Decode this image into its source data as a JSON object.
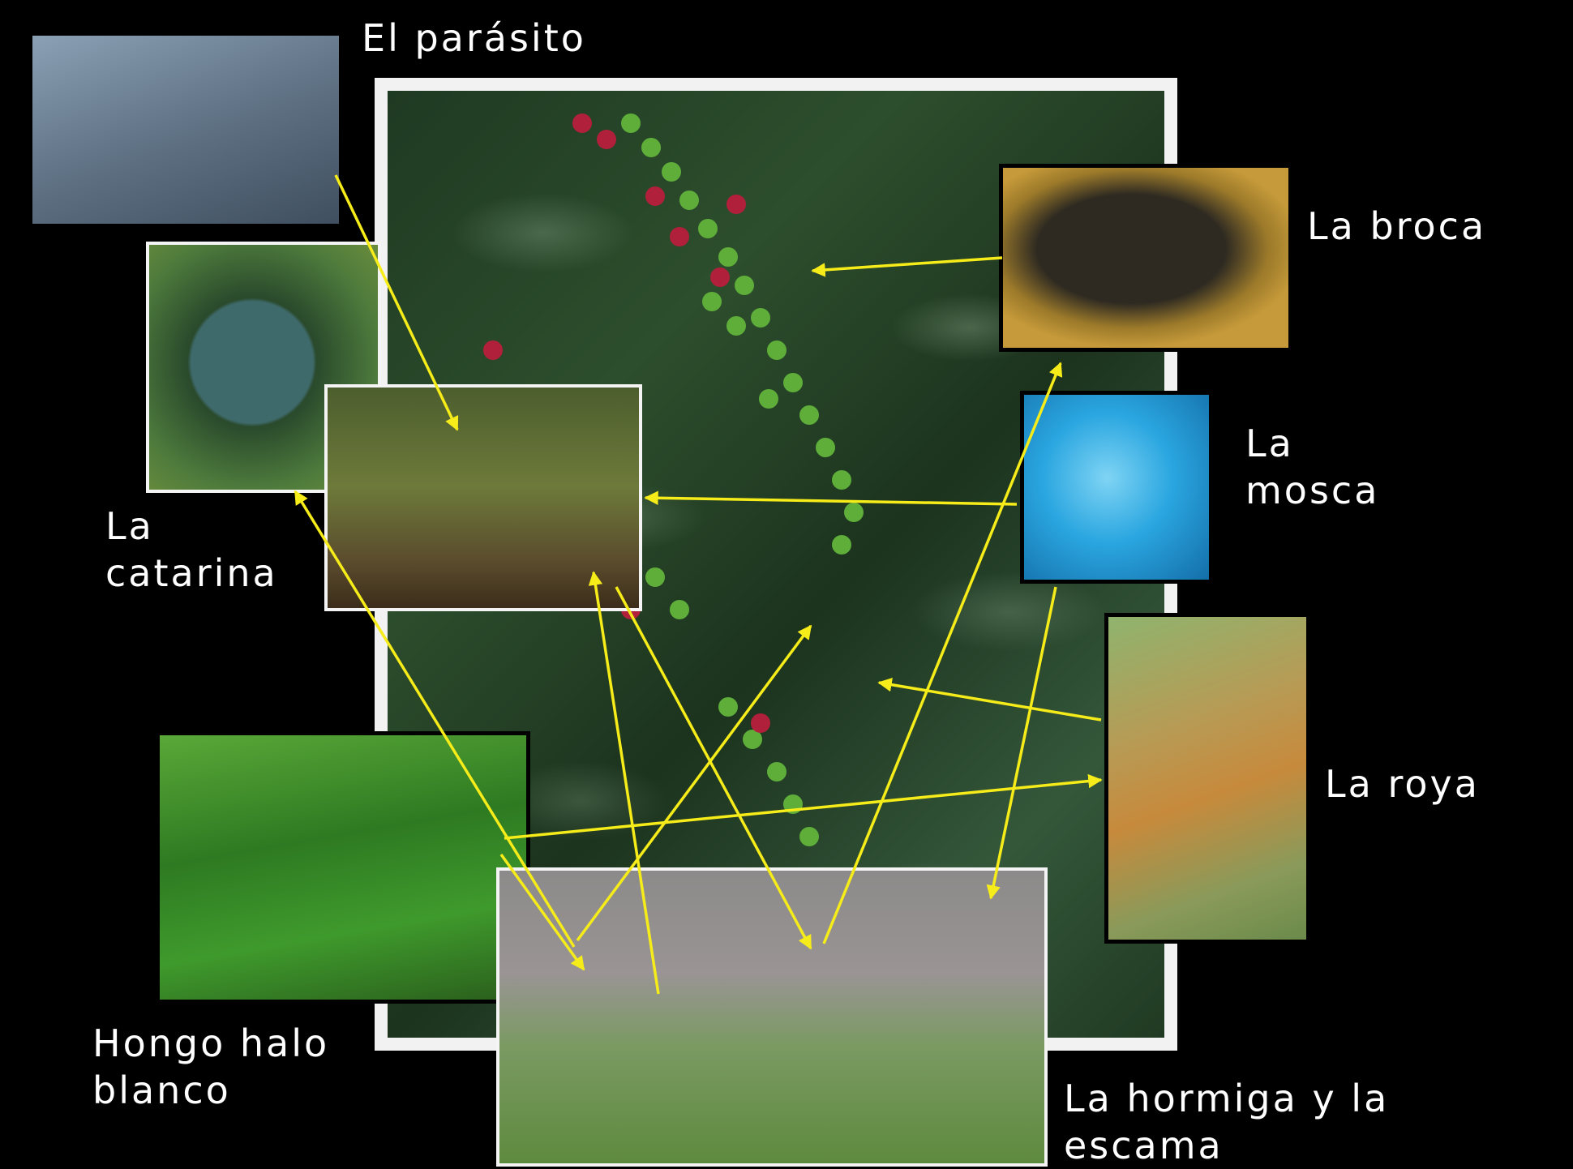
{
  "labels": {
    "parasito": "El parásito",
    "broca": "La broca",
    "mosca": "La\nmosca",
    "catarina": "La\ncatarina",
    "roya": "La roya",
    "hongo": "Hongo halo\nblanco",
    "hormiga": "La hormiga y la\nescama"
  },
  "colors": {
    "background": "#000000",
    "arrow": "#f5ec1a",
    "label": "#ffffff"
  }
}
